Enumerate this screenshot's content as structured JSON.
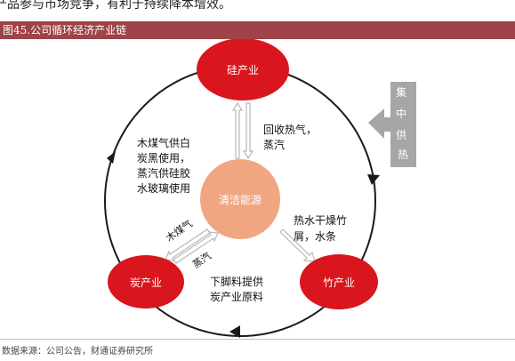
{
  "top_text": "产品参与市场竞争，有利于持续降本增效。",
  "figure_title": "图45.公司循环经济产业链",
  "nodes": {
    "silicon": "硅产业",
    "carbon": "炭产业",
    "bamboo": "竹产业",
    "energy": "清洁能源",
    "central_heating": "集中供热"
  },
  "annotations": {
    "left_lines": [
      "木煤气供白",
      "炭黑使用，",
      "蒸汽供硅胶",
      "水玻璃使用"
    ],
    "top_right_lines": [
      "回收热气，",
      "蒸汽"
    ],
    "right_lines": [
      "热水干燥竹",
      "屑，水条"
    ],
    "bottom_lines": [
      "下脚料提供",
      "炭产业原料"
    ],
    "wood_gas": "木煤气",
    "steam": "蒸汽"
  },
  "source": "数据来源：公司公告，财通证券研究所",
  "colors": {
    "node_red": "#d9151e",
    "center_orange": "#f0a781",
    "title_bar": "#9e4347",
    "arrow_gray": "#c8c8c8",
    "heating_gray": "#a6a6a6"
  }
}
